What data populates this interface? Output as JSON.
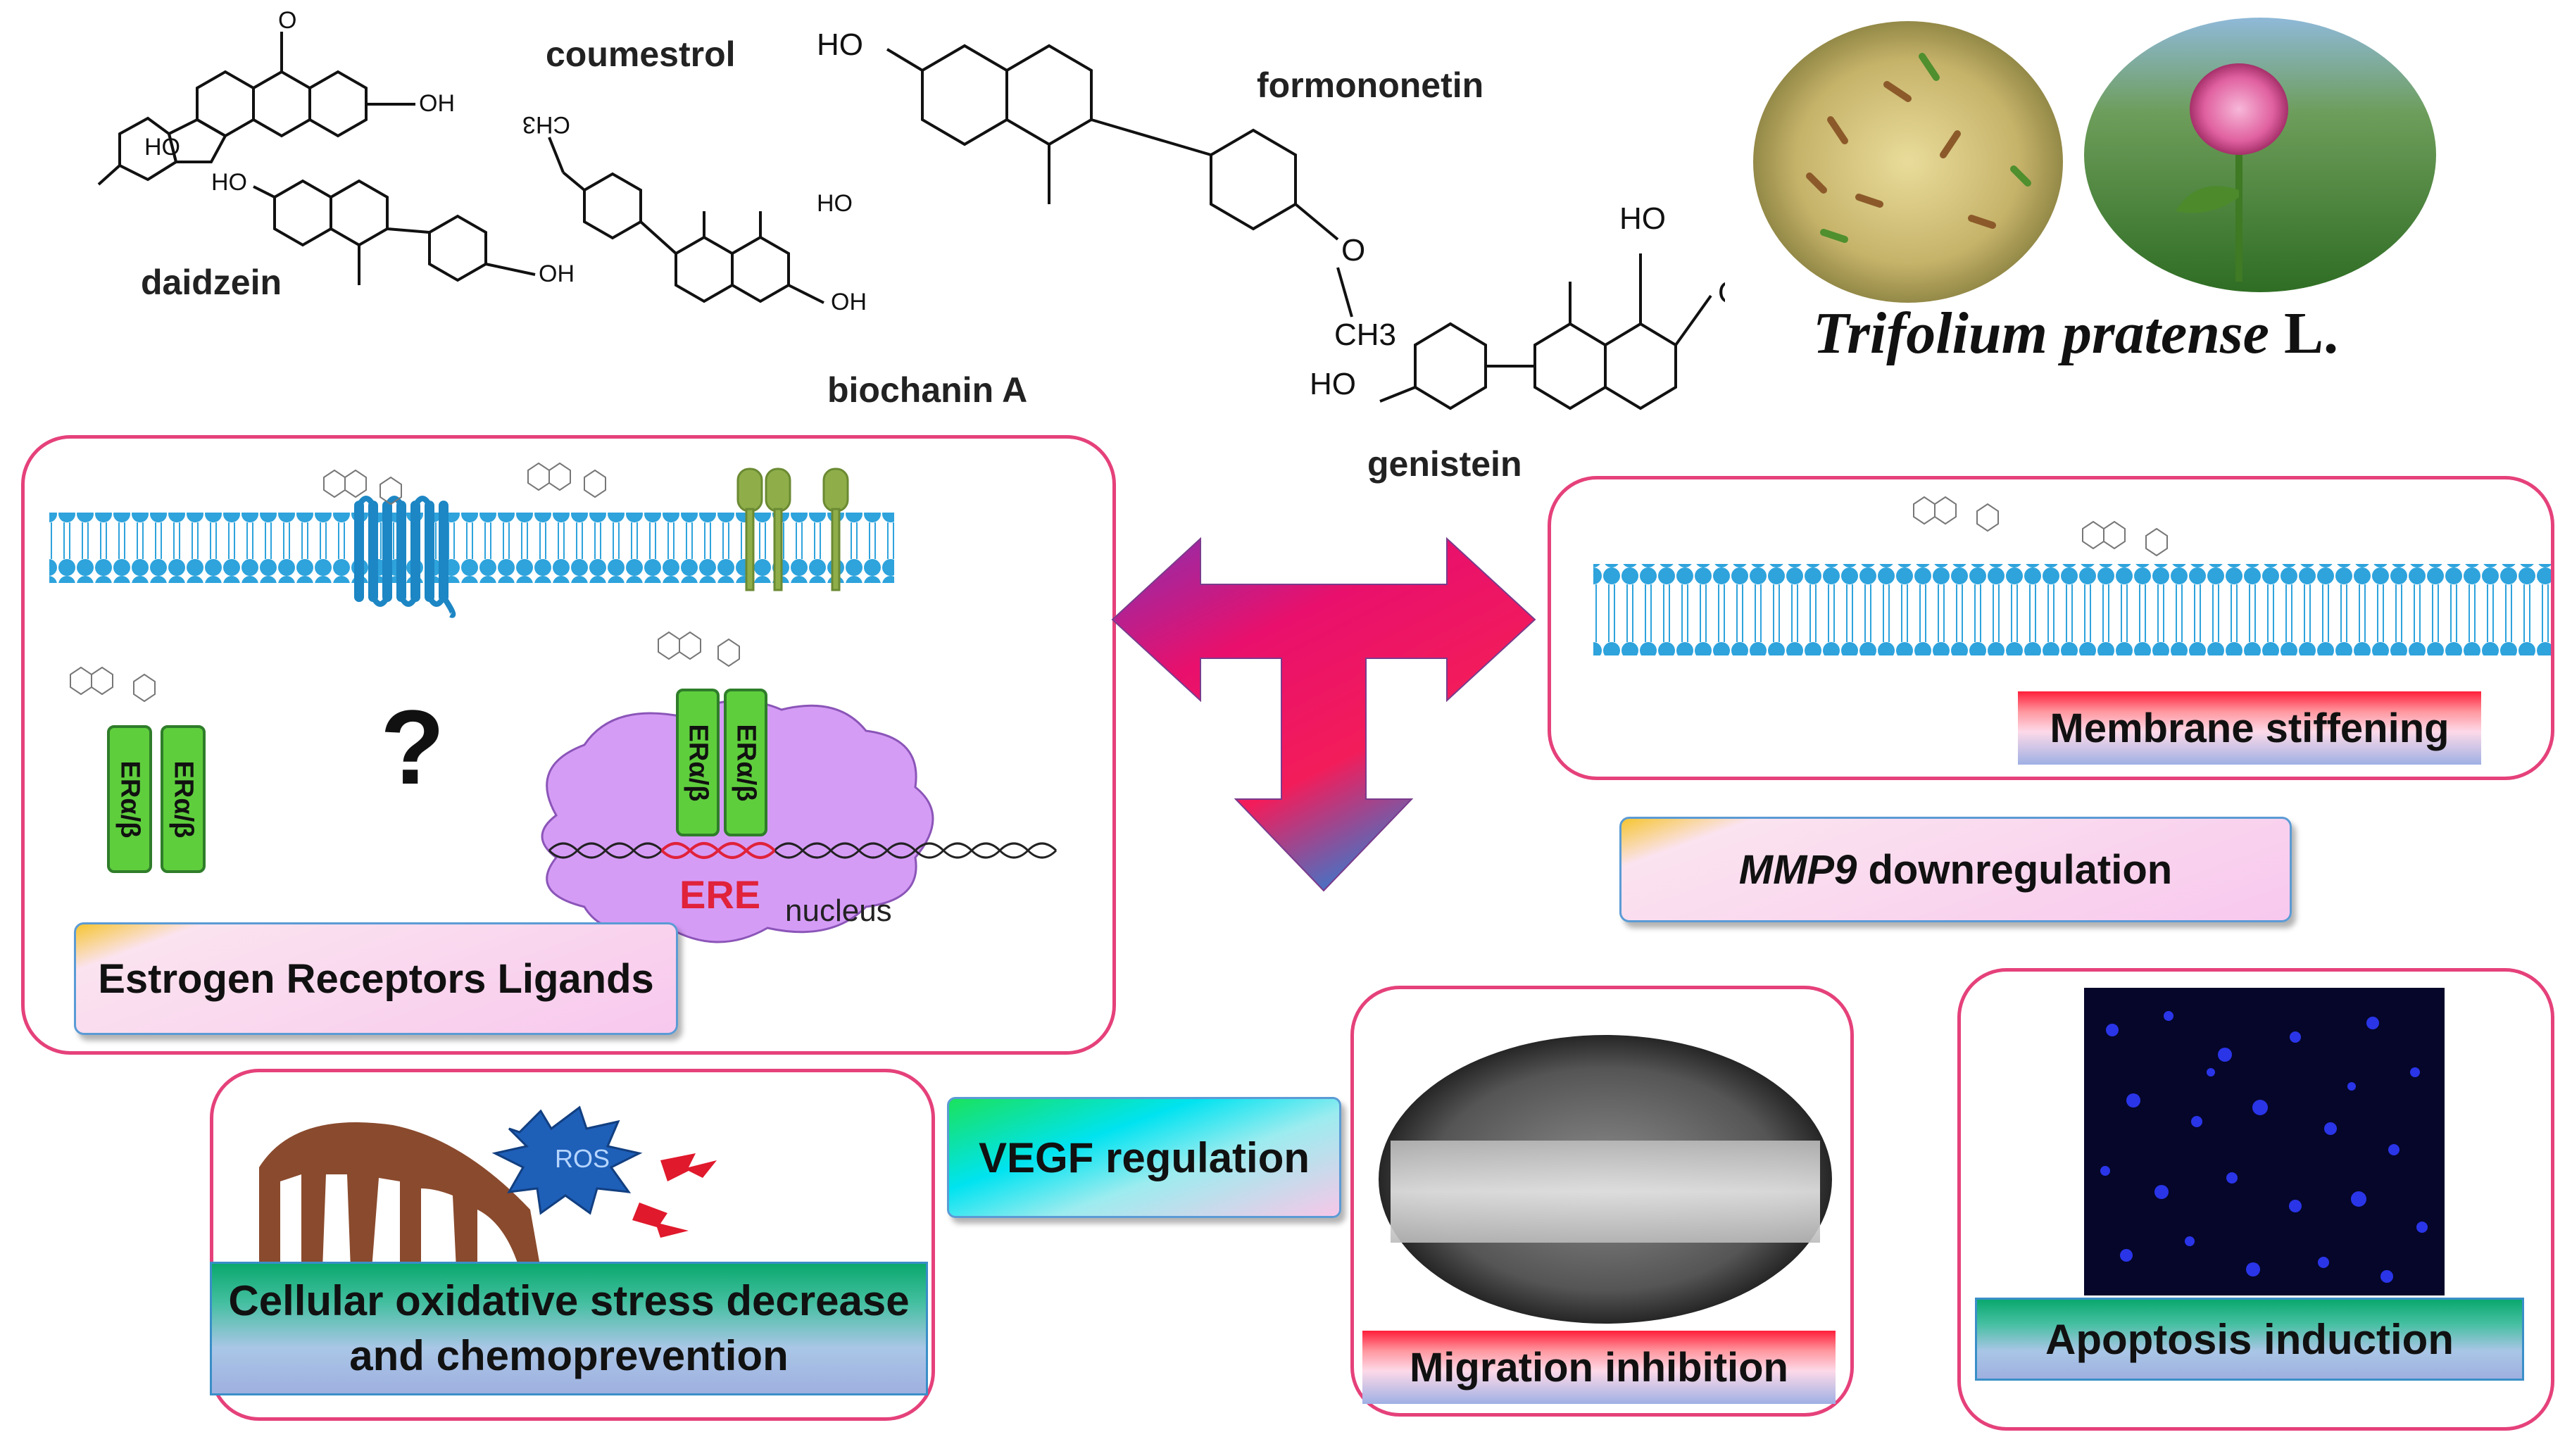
{
  "compounds": {
    "coumestrol": "coumestrol",
    "formononetin": "formononetin",
    "daidzein": "daidzein",
    "biochanin_a": "biochanin A",
    "genistein": "genistein"
  },
  "atom_labels": {
    "ho": "HO",
    "oh": "OH",
    "o": "O",
    "ch3": "CH3",
    "ch3_flipped": "CH3"
  },
  "species": {
    "genus_species": "Trifolium pratense",
    "author": "L."
  },
  "panels": {
    "estrogen": {
      "label": "Estrogen Receptors Ligands",
      "receptor": "ERα/β",
      "question": "?",
      "ere": "ERE",
      "nucleus": "nucleus"
    },
    "membrane": {
      "label": "Membrane stiffening"
    },
    "mmp9": {
      "gene": "MMP9",
      "rest": " downregulation"
    },
    "oxidative": {
      "ros": "ROS",
      "label_line1": "Cellular oxidative stress decrease",
      "label_line2": "and chemoprevention"
    },
    "vegf": {
      "label": "VEGF regulation"
    },
    "migration": {
      "label": "Migration inhibition"
    },
    "apoptosis": {
      "label": "Apoptosis induction"
    }
  },
  "colors": {
    "panel_border": "#e5417a",
    "membrane_blue": "#2ea3dc",
    "receptor_green": "#5fce3d",
    "nucleus_violet": "#d59cf6",
    "arrow_magenta": "#e8106c",
    "arrow_blue": "#2d7fd4",
    "ros_blue": "#1e5fb8",
    "mito_brown": "#8a4a2d"
  }
}
